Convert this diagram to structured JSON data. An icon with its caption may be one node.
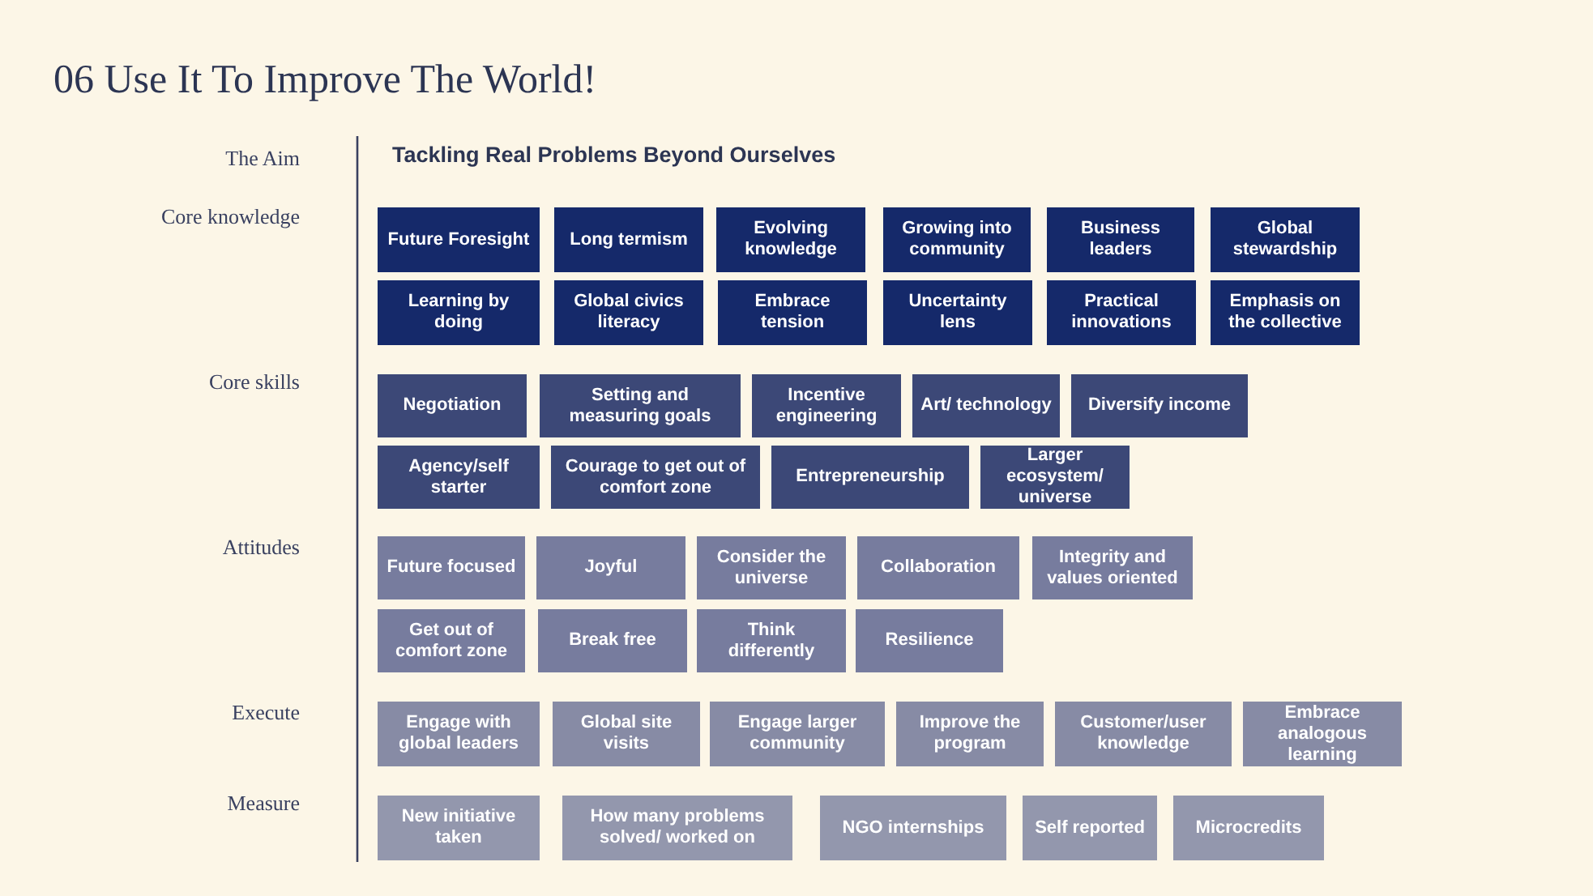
{
  "diagram": {
    "title": "06 Use It To Improve The World!",
    "nodes": [
      {
        "text": [
          "Future Foresight"
        ]
      },
      {
        "text": [
          "Long termism"
        ]
      },
      {
        "text": [
          "Evolving knowledge"
        ]
      },
      {
        "text": [
          "Growing into community"
        ]
      },
      {
        "text": [
          "Business leaders"
        ]
      },
      {
        "text": [
          "Global stewardship"
        ]
      },
      {
        "text": [
          "Learning by doing"
        ]
      },
      {
        "text": [
          "Global civics literacy"
        ]
      },
      {
        "text": [
          "Embrace tension"
        ]
      },
      {
        "text": [
          "Uncertainty lens"
        ]
      },
      {
        "text": [
          "Practical innovations"
        ]
      },
      {
        "text": [
          "Emphasis on the collective"
        ]
      },
      {
        "text": [
          "Negotiation"
        ]
      },
      {
        "text": [
          "Setting and measuring goals"
        ]
      },
      {
        "text": [
          "Incentive engineering"
        ]
      },
      {
        "text": [
          "Art/ technology"
        ]
      },
      {
        "text": [
          "Diversify income"
        ]
      },
      {
        "text": [
          "Agency/self starter"
        ]
      },
      {
        "text": [
          "Courage to get out of comfort zone"
        ]
      },
      {
        "text": [
          "Entrepreneurship"
        ]
      },
      {
        "text": [
          "Larger ecosystem/ universe"
        ]
      },
      {
        "text": [
          "Future focused"
        ]
      },
      {
        "text": [
          "Joyful"
        ]
      },
      {
        "text": [
          "Consider the universe"
        ]
      },
      {
        "text": [
          "Collaboration"
        ]
      },
      {
        "text": [
          "Integrity and values oriented"
        ]
      },
      {
        "text": [
          "Get out of comfort zone"
        ]
      },
      {
        "text": [
          "Break free"
        ]
      },
      {
        "text": [
          "Think differently"
        ]
      },
      {
        "text": [
          "Resilience"
        ]
      },
      {
        "text": [
          "Engage with global leaders"
        ]
      },
      {
        "text": [
          "Global site visits"
        ]
      },
      {
        "text": [
          "Engage larger community"
        ]
      },
      {
        "text": [
          "Improve the program"
        ]
      },
      {
        "text": [
          "Customer/user knowledge"
        ]
      },
      {
        "text": [
          "Embrace analogous learning"
        ]
      },
      {
        "text": [
          "New initiative taken"
        ]
      },
      {
        "text": [
          "How many problems solved/ worked on"
        ]
      },
      {
        "text": [
          "NGO internships"
        ]
      },
      {
        "text": [
          "Self reported"
        ]
      },
      {
        "text": [
          "Microcredits"
        ]
      }
    ],
    "labels": [
      "The Aim",
      "Tackling Real Problems Beyond Ourselves",
      "Core knowledge",
      "Core skills",
      "Attitudes",
      "Execute",
      "Measure"
    ]
  }
}
